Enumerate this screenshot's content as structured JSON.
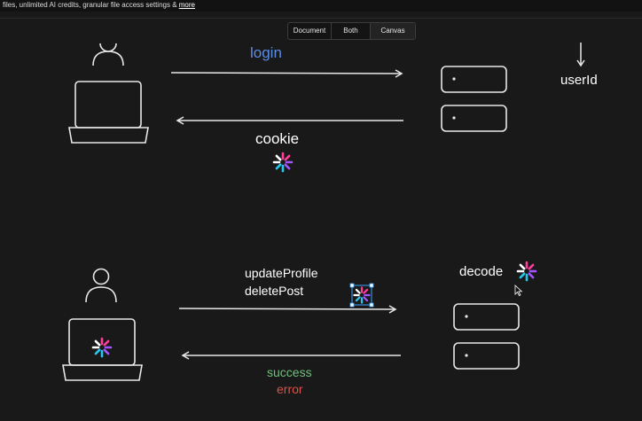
{
  "banner": {
    "text": "files, unlimited AI credits, granular file access settings & ",
    "link": "more"
  },
  "view_toggle": {
    "options": [
      "Document",
      "Both",
      "Canvas"
    ],
    "active": "Canvas"
  },
  "diagram": {
    "top": {
      "request_label": "login",
      "response_label": "cookie",
      "side_label": "userId"
    },
    "bottom": {
      "request_lines": [
        "updateProfile",
        "deletePost"
      ],
      "server_label": "decode",
      "response_success": "success",
      "response_error": "error"
    }
  },
  "colors": {
    "background": "#191919",
    "login_text": "#5b8ce6",
    "success_text": "#6fc07e",
    "error_text": "#d9534a",
    "strokes": "#e8e8e8",
    "selection": "#3aa3ff"
  },
  "icons": [
    "jwt-logo-icon",
    "user-icon",
    "laptop-icon",
    "server-icon",
    "cursor-icon",
    "arrow-down-icon"
  ]
}
